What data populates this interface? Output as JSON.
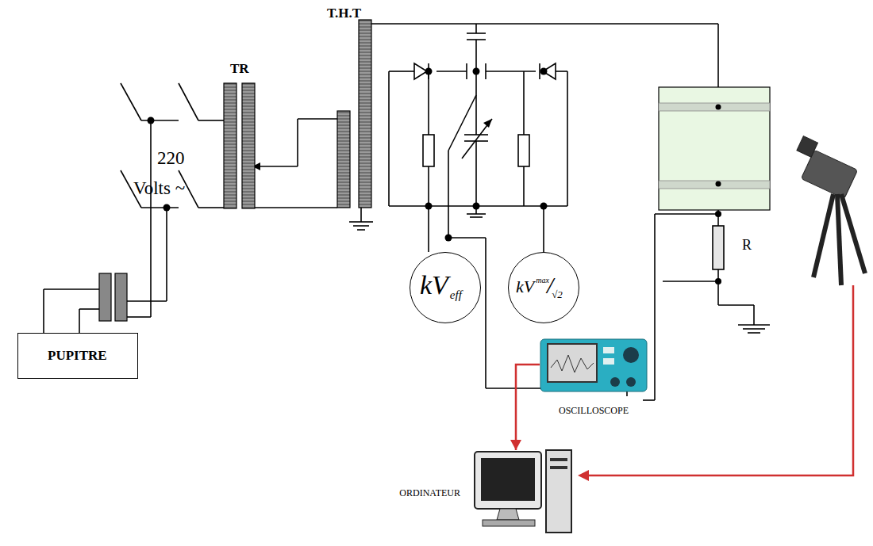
{
  "diagram": {
    "nodes": [
      {
        "text": [
          "PUPITRE"
        ]
      },
      {
        "text": [
          "kV",
          "eff"
        ]
      },
      {
        "text": [
          "kV",
          "max",
          "/",
          "√2"
        ]
      },
      {
        "text": [
          "OSCILLOSCOPE"
        ]
      },
      {
        "text": [
          "ORDINATEUR"
        ]
      }
    ],
    "edges": [
      {
        "from": 3,
        "to": 4,
        "arrow": "to"
      }
    ],
    "labels": [
      "T.H.T",
      "TR",
      "220",
      "Volts ~",
      "R"
    ]
  }
}
